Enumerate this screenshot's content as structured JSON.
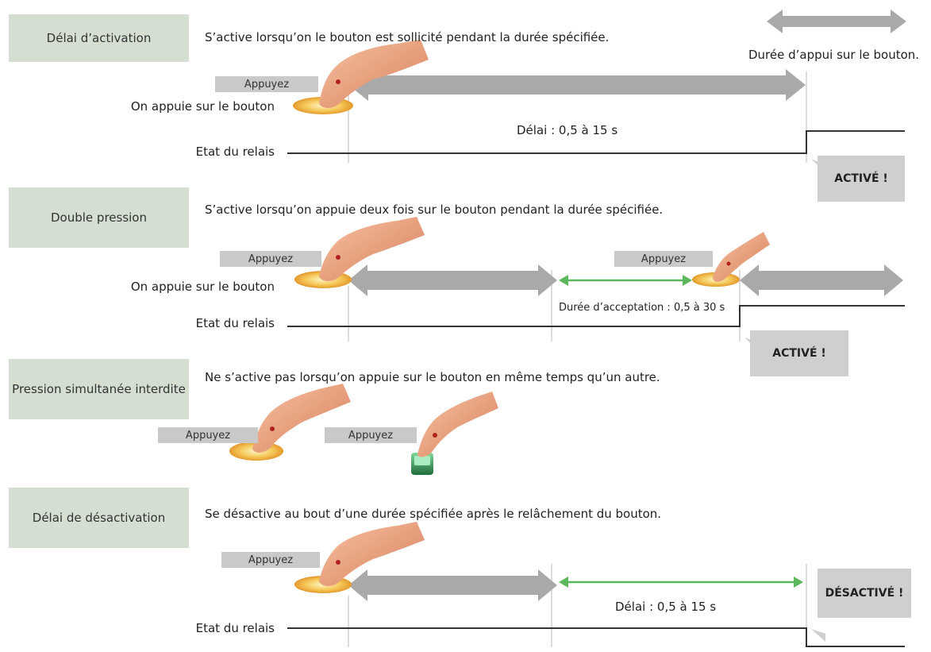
{
  "legend": {
    "text": "Durée d’appui sur le bouton."
  },
  "sections": {
    "activation": {
      "tag": "Délai d’activation",
      "desc": "S’active lorsqu’on le bouton est sollicité pendant la durée spécifiée.",
      "appuyez": "Appuyez",
      "button_label": "On appuie sur le bouton",
      "relay_label": "Etat du relais",
      "delay": "Délai : 0,5 à 15 s",
      "result": "ACTIVÉ !"
    },
    "double": {
      "tag": "Double pression",
      "desc": "S’active lorsqu’on appuie deux fois sur le bouton pendant la durée spécifiée.",
      "appuyez1": "Appuyez",
      "appuyez2": "Appuyez",
      "button_label": "On appuie sur le bouton",
      "relay_label": "Etat du relais",
      "acceptance": "Durée d’acceptation : 0,5 à 30 s",
      "result": "ACTIVÉ !"
    },
    "simultaneous": {
      "tag": "Pression simultanée interdite",
      "desc": "Ne s’active pas lorsqu’on appuie sur le bouton en même temps qu’un autre.",
      "appuyez1": "Appuyez",
      "appuyez2": "Appuyez"
    },
    "deactivation": {
      "tag": "Délai de désactivation",
      "desc": "Se désactive au bout d’une durée spécifiée après le relâchement du bouton.",
      "appuyez": "Appuyez",
      "relay_label": "Etat du relais",
      "delay": "Délai : 0,5 à 15 s",
      "result": "DÉSACTIVÉ !"
    }
  },
  "colors": {
    "tag_bg": "#d4dfd2",
    "arrow_gray": "#a9a9a9",
    "arrow_green": "#5cb85c",
    "button_gold": "#f5c85a",
    "button_green": "#2e8b57",
    "hand": "#e8a07a"
  }
}
